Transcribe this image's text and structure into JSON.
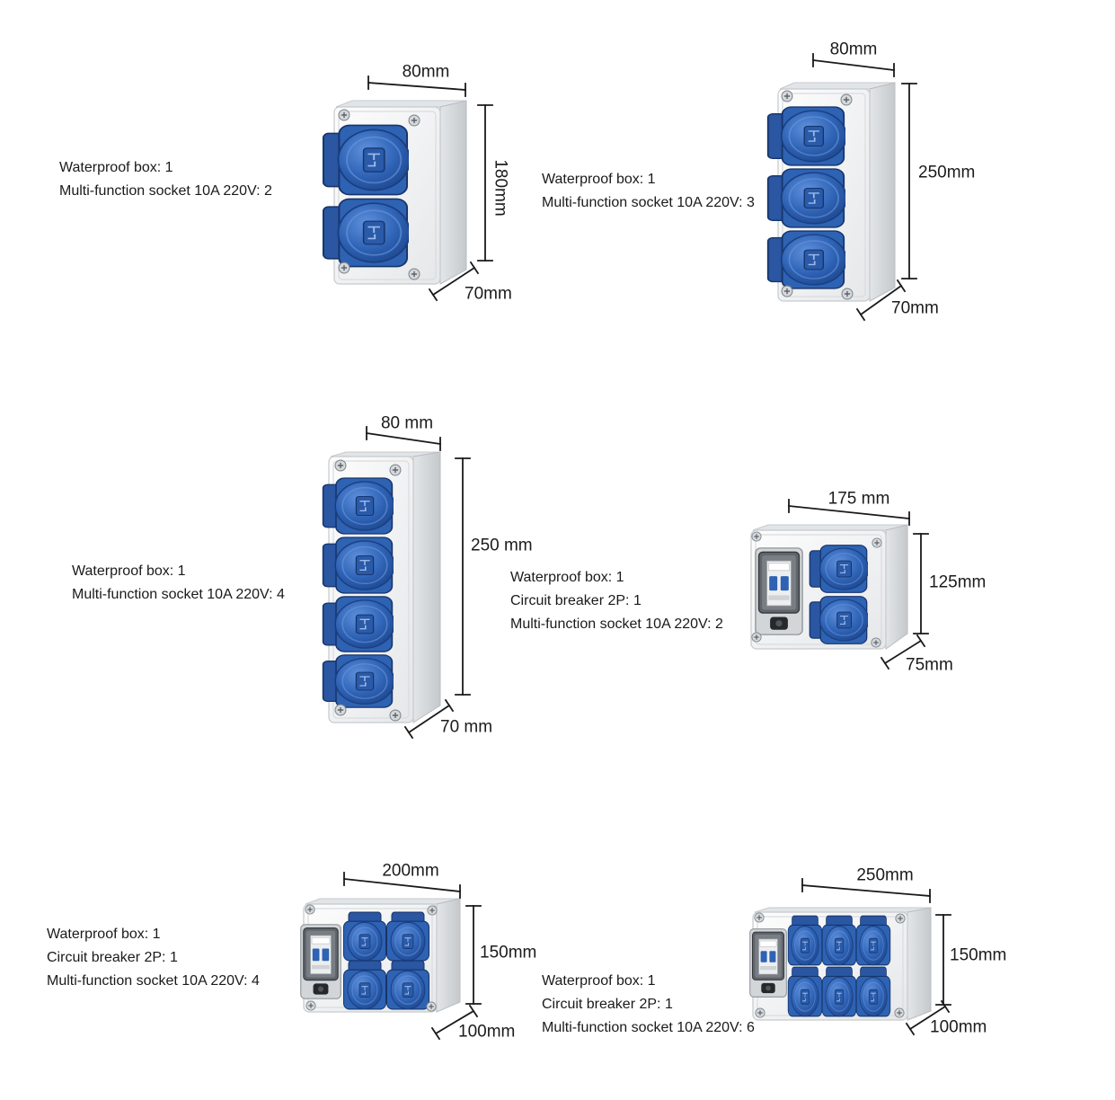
{
  "colors": {
    "socket_blue": "#2e62b3",
    "box_body": "#eef0f1",
    "text": "#1a1a1a"
  },
  "icons": {
    "socket": "schuko-socket-icon",
    "screw": "screw-icon",
    "breaker": "circuit-breaker-icon"
  },
  "products": [
    {
      "specs": [
        "Waterproof box: 1",
        "Multi-function socket 10A 220V: 2"
      ],
      "dims": {
        "width": "80mm",
        "height": "180mm",
        "depth": "70mm"
      }
    },
    {
      "specs": [
        "Waterproof box: 1",
        "Multi-function socket 10A 220V: 3"
      ],
      "dims": {
        "width": "80mm",
        "height": "250mm",
        "depth": "70mm"
      }
    },
    {
      "specs": [
        "Waterproof box: 1",
        "Multi-function socket 10A 220V: 4"
      ],
      "dims": {
        "width": "80 mm",
        "height": "250 mm",
        "depth": "70 mm"
      }
    },
    {
      "specs": [
        "Waterproof box: 1",
        "Circuit breaker 2P: 1",
        "Multi-function socket 10A 220V: 2"
      ],
      "dims": {
        "width": "175 mm",
        "height": "125mm",
        "depth": "75mm"
      }
    },
    {
      "specs": [
        "Waterproof box: 1",
        "Circuit breaker 2P: 1",
        "Multi-function socket 10A 220V: 4"
      ],
      "dims": {
        "width": "200mm",
        "height": "150mm",
        "depth": "100mm"
      }
    },
    {
      "specs": [
        "Waterproof box: 1",
        "Circuit breaker 2P: 1",
        "Multi-function socket 10A 220V: 6"
      ],
      "dims": {
        "width": "250mm",
        "height": "150mm",
        "depth": "100mm"
      }
    }
  ]
}
